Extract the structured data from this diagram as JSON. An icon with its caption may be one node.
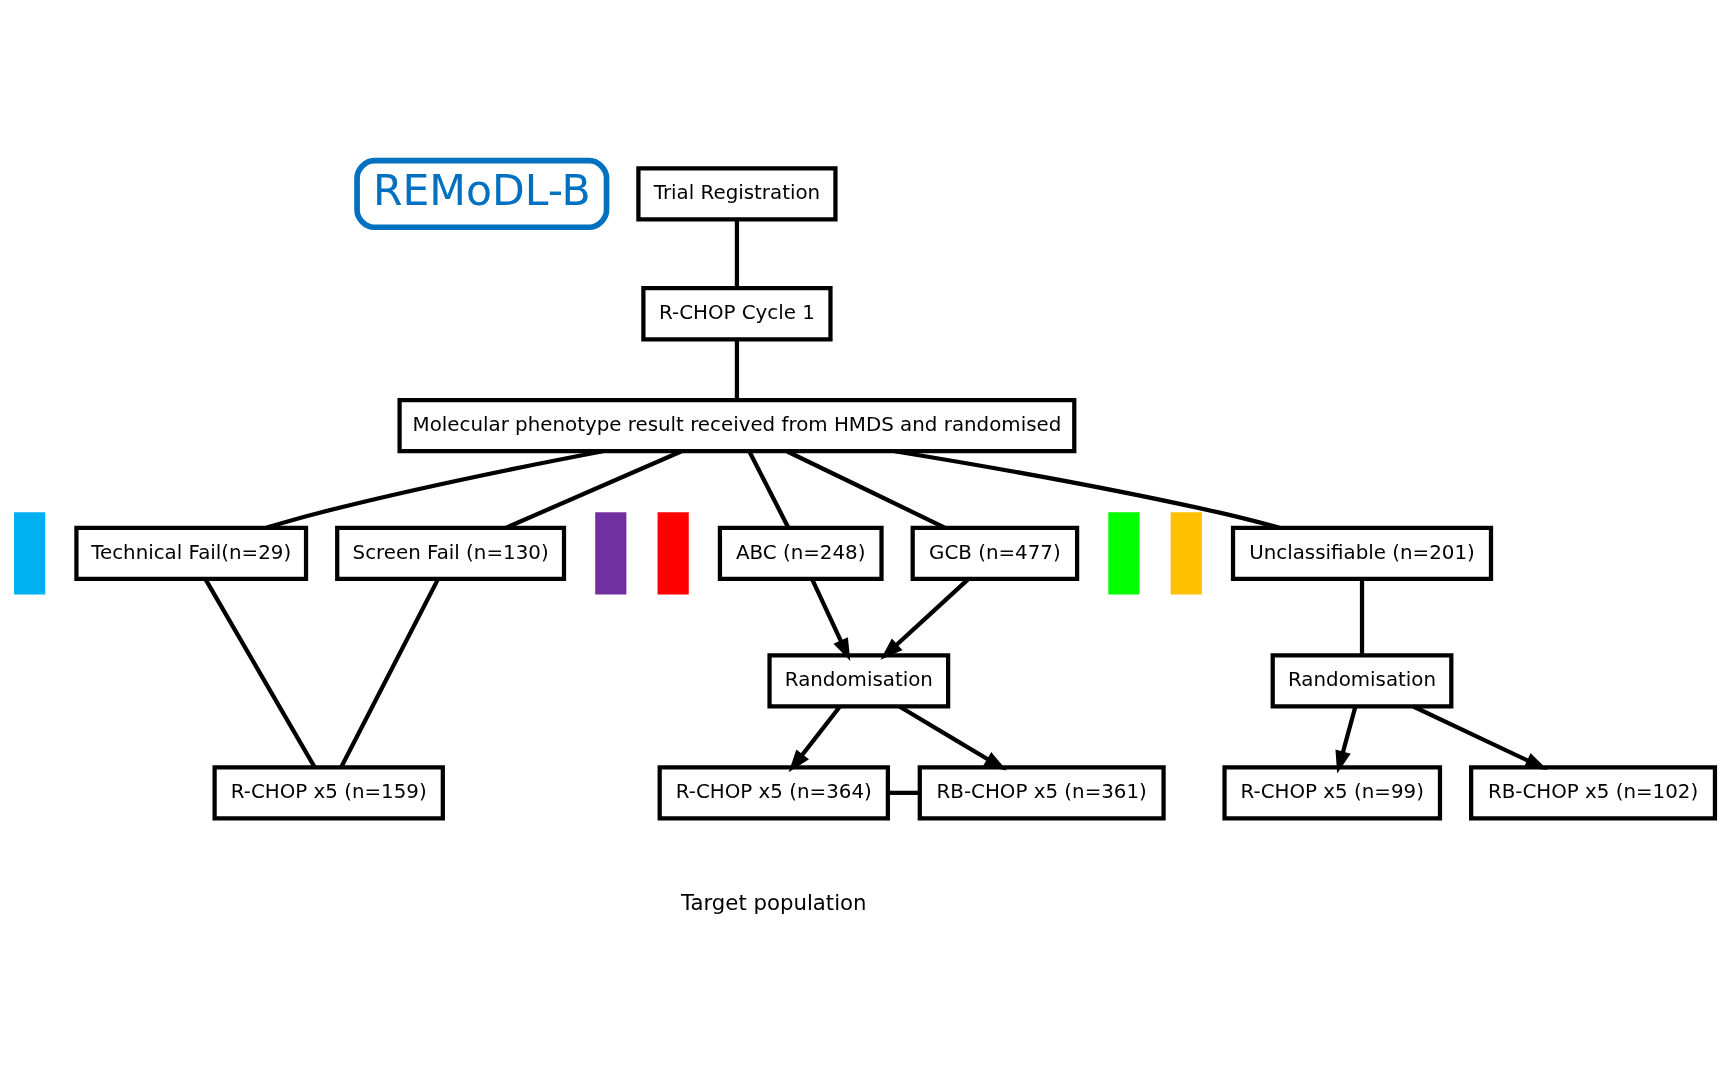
{
  "diagram": {
    "nodes": [
      {
        "text": [
          "REMoDL-B"
        ]
      },
      {
        "text": [
          "Trial Registration"
        ]
      },
      {
        "text": [
          "R-CHOP Cycle 1"
        ]
      },
      {
        "text": [
          "Molecular phenotype result received from HMDS and randomised"
        ]
      },
      {
        "text": [
          "Technical Fail(n=29)"
        ]
      },
      {
        "text": [
          "Screen Fail (n=130)"
        ]
      },
      {
        "text": [
          "ABC (n=248)"
        ]
      },
      {
        "text": [
          "GCB (n=477)"
        ]
      },
      {
        "text": [
          "Unclassifiable (n=201)"
        ]
      },
      {
        "text": [
          "Randomisation"
        ]
      },
      {
        "text": [
          "Randomisation"
        ]
      },
      {
        "text": [
          "R-CHOP x5 (n=159)"
        ]
      },
      {
        "text": [
          "R-CHOP x5 (n=364)"
        ]
      },
      {
        "text": [
          "RB-CHOP x5 (n=361)"
        ]
      },
      {
        "text": [
          "R-CHOP x5 (n=99)"
        ]
      },
      {
        "text": [
          "RB-CHOP x5 (n=102)"
        ]
      },
      {
        "text": [],
        "shape": "bar"
      },
      {
        "text": [],
        "shape": "bar"
      },
      {
        "text": [],
        "shape": "bar"
      },
      {
        "text": [],
        "shape": "bar"
      },
      {
        "text": [],
        "shape": "bar"
      }
    ],
    "edges": [
      {
        "from": 1,
        "to": 2,
        "arrow": "none"
      },
      {
        "from": 2,
        "to": 3,
        "arrow": "none"
      },
      {
        "from": 3,
        "to": 4,
        "arrow": "none"
      },
      {
        "from": 3,
        "to": 5,
        "arrow": "none"
      },
      {
        "from": 3,
        "to": 6,
        "arrow": "none"
      },
      {
        "from": 3,
        "to": 7,
        "arrow": "none"
      },
      {
        "from": 3,
        "to": 8,
        "arrow": "none"
      },
      {
        "from": 4,
        "to": 11,
        "arrow": "none"
      },
      {
        "from": 5,
        "to": 11,
        "arrow": "none"
      },
      {
        "from": 6,
        "to": 9,
        "arrow": "to"
      },
      {
        "from": 7,
        "to": 9,
        "arrow": "to"
      },
      {
        "from": 8,
        "to": 10,
        "arrow": "none"
      },
      {
        "from": 9,
        "to": 12,
        "arrow": "to"
      },
      {
        "from": 9,
        "to": 13,
        "arrow": "to"
      },
      {
        "from": 10,
        "to": 14,
        "arrow": "to"
      },
      {
        "from": 10,
        "to": 15,
        "arrow": "to"
      },
      {
        "from": 12,
        "to": 13,
        "arrow": "none"
      }
    ],
    "labels": [
      "Target population"
    ]
  }
}
